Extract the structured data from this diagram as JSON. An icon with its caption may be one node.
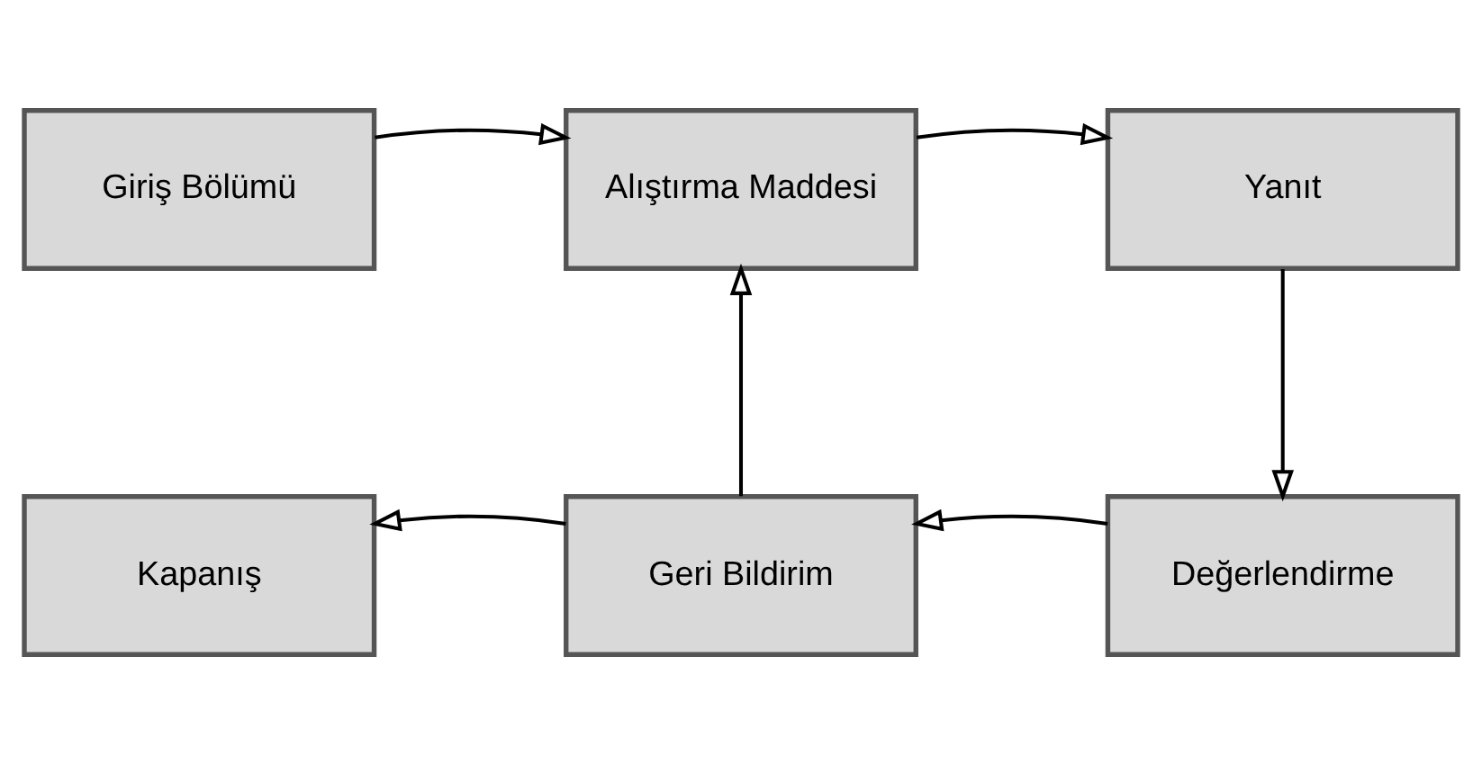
{
  "diagram": {
    "nodes": [
      {
        "text": [
          "Giriş Bölümü"
        ]
      },
      {
        "text": [
          "Alıştırma Maddesi"
        ]
      },
      {
        "text": [
          "Yanıt"
        ]
      },
      {
        "text": [
          "Kapanış"
        ]
      },
      {
        "text": [
          "Geri Bildirim"
        ]
      },
      {
        "text": [
          "Değerlendirme"
        ]
      }
    ],
    "edges": [
      {
        "from": 0,
        "to": 1,
        "arrow": "to"
      },
      {
        "from": 1,
        "to": 2,
        "arrow": "to"
      },
      {
        "from": 2,
        "to": 5,
        "arrow": "to"
      },
      {
        "from": 5,
        "to": 4,
        "arrow": "to"
      },
      {
        "from": 4,
        "to": 1,
        "arrow": "to"
      },
      {
        "from": 4,
        "to": 3,
        "arrow": "to"
      }
    ]
  }
}
